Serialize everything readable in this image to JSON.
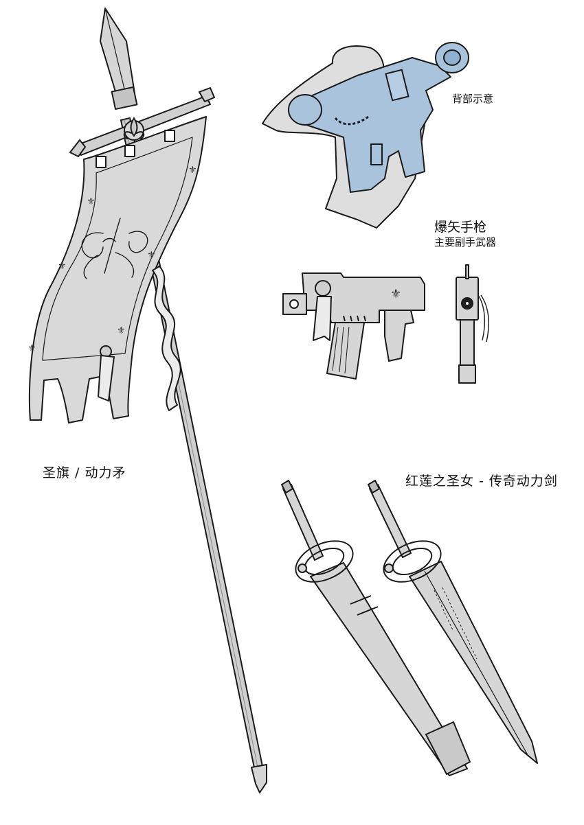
{
  "labels": {
    "banner": "圣旗 / 动力矛",
    "back_view": "背部示意",
    "pistol_title": "爆矢手枪",
    "pistol_subtitle": "主要副手武器",
    "sword": "红莲之圣女 - 传奇动力剑"
  },
  "colors": {
    "line": "#1a1a1a",
    "metal": "#d6d6d6",
    "metal_dark": "#bdbdbd",
    "body_gray": "#dedede",
    "highlight_blue": "#a9c3dd"
  }
}
